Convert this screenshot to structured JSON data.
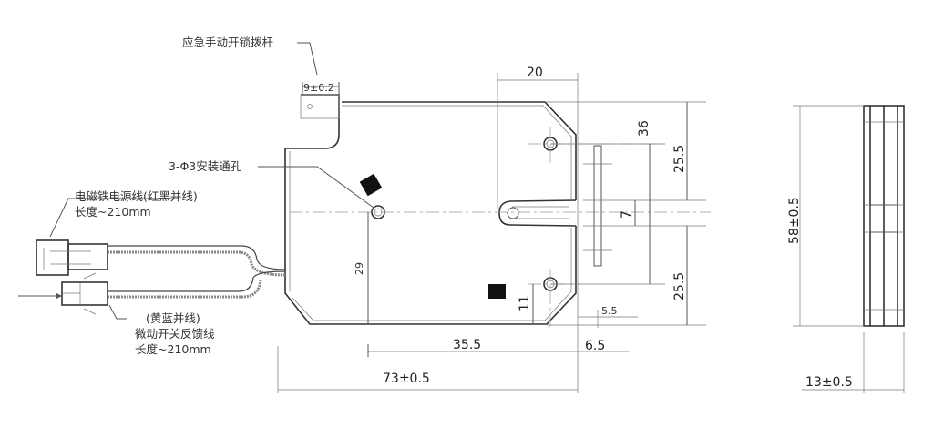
{
  "labels": {
    "manual_lever": "应急手动开锁拨杆",
    "lever_width": "9±0.2",
    "mount_holes": "3-Φ3安装通孔",
    "power_wire_line1": "电磁铁电源线(红黑并线)",
    "power_wire_line2": "长度~210mm",
    "feedback_wire_line1": "(黄蓝并线)",
    "feedback_wire_line2": "微动开关反馈线",
    "feedback_wire_line3": "长度~210mm"
  },
  "dimensions": {
    "top_width": "20",
    "hole_spacing": "36",
    "upper_height": "25.5",
    "lower_height": "25.5",
    "bolt_height": "7",
    "plate_offset": "5.5",
    "right_offset": "6.5",
    "hole_x": "35.5",
    "total_length": "73±0.5",
    "hole_y": "29",
    "square_y": "11",
    "side_height": "58±0.5",
    "side_thickness": "13±0.5"
  }
}
